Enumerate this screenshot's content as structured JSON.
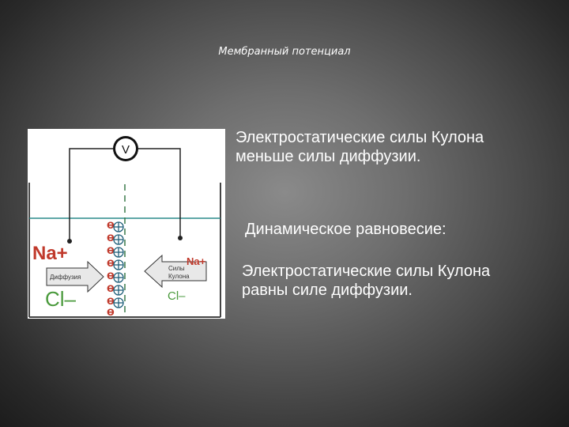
{
  "slide": {
    "title": "Мембранный потенциал",
    "statement_coulomb_less": "Электростатические силы Кулона\nменьше силы диффузии.",
    "equilibrium_heading": "Динамическое равновесие:",
    "statement_coulomb_equal": "Электростатические силы Кулона\nравны силе диффузии."
  },
  "diagram": {
    "voltmeter_label": "V",
    "left_cation": "Na+",
    "left_anion": "Cl–",
    "diffusion_label": "Диффузия",
    "right_cation": "Na+",
    "right_anion": "Cl–",
    "coulomb_label": "Силы\nКулона",
    "minus_symbol": "ө",
    "plus_symbol": "⊕"
  },
  "colors": {
    "ion_red": "#c0392b",
    "ion_green": "#4a9a3c",
    "water_line": "#2a8a8a",
    "arrow_fill": "#e8e8e8"
  }
}
